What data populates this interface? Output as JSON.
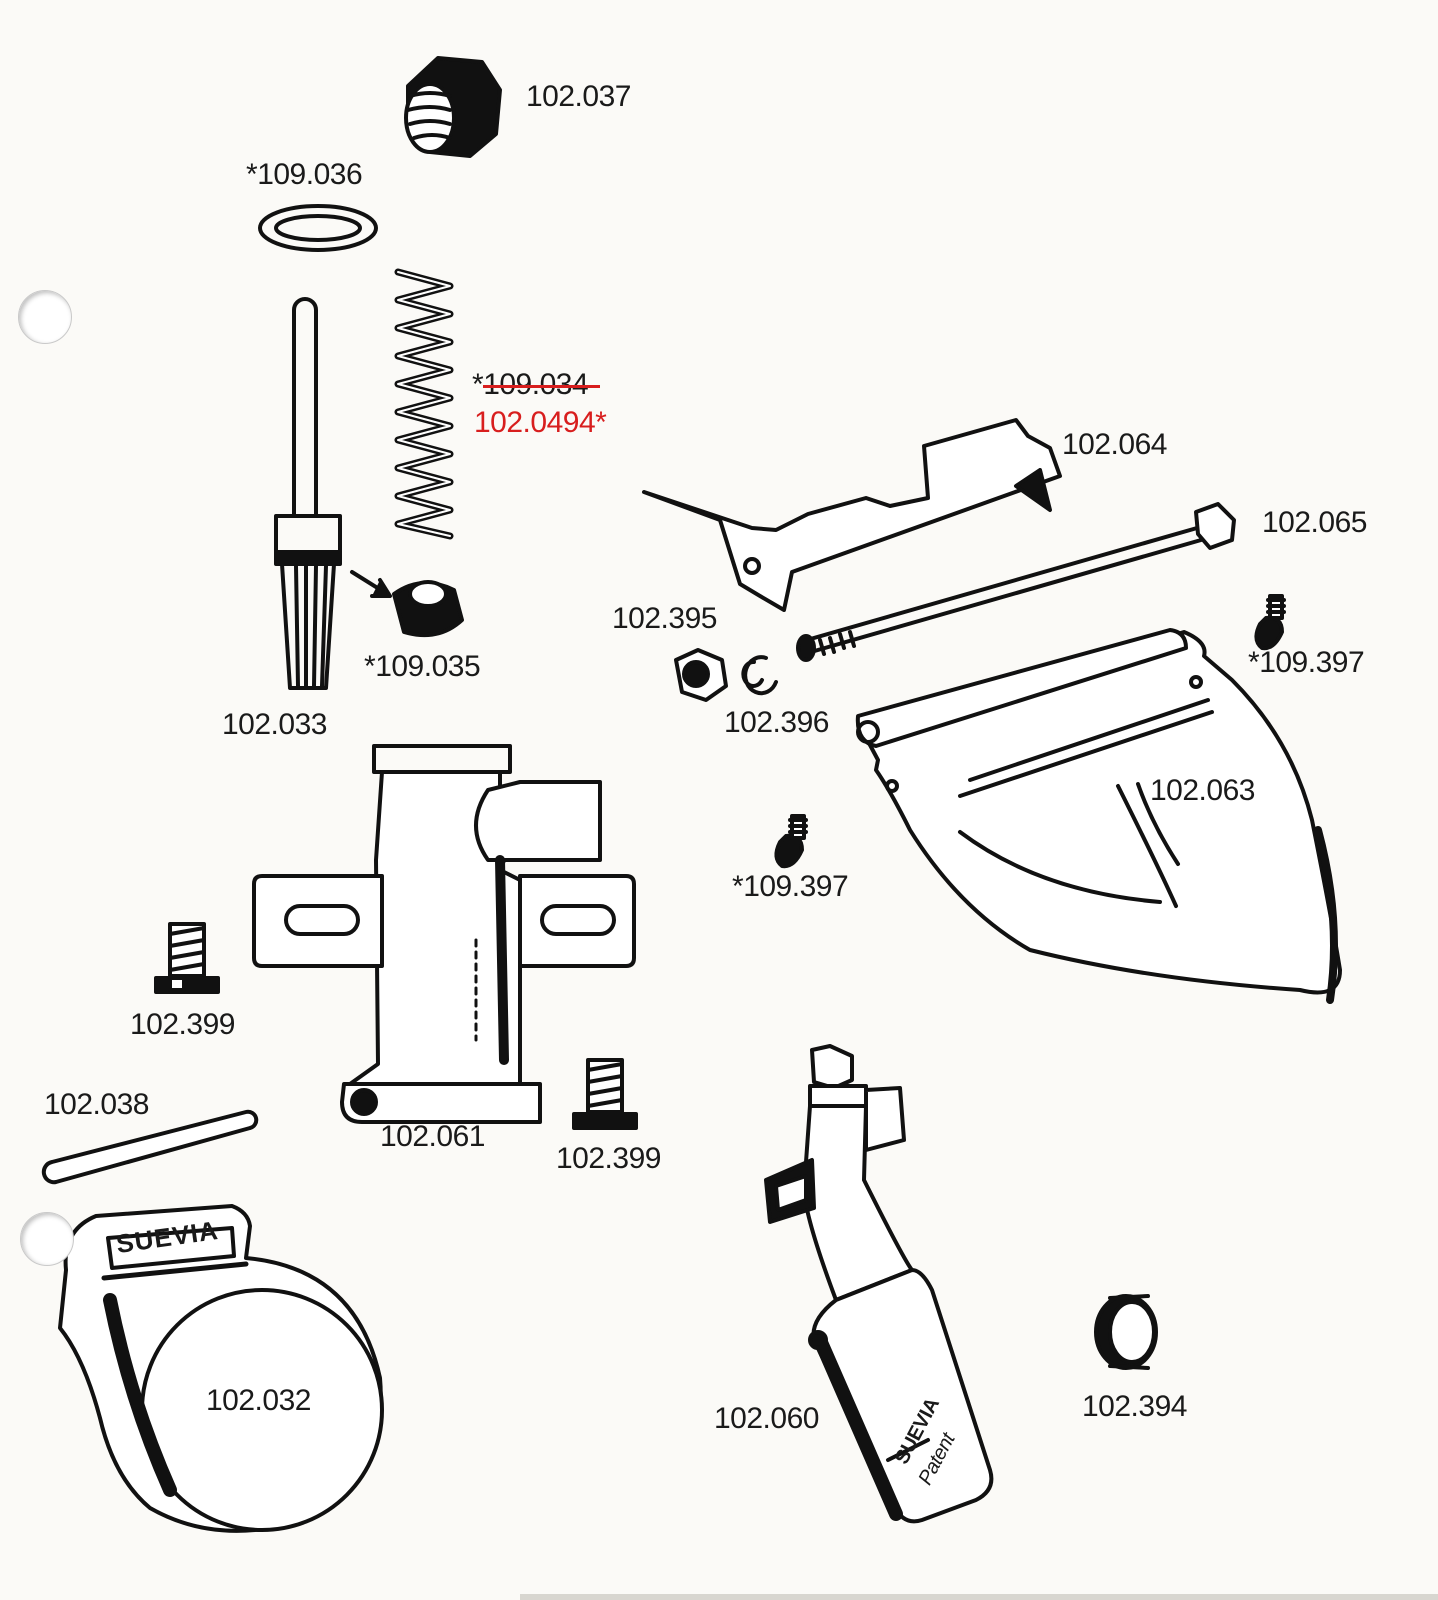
{
  "title": "Suevia parts exploded diagram",
  "parts": [
    {
      "id": "p1",
      "label": "102.037"
    },
    {
      "id": "p2",
      "prefix": "*",
      "label": "109.036"
    },
    {
      "id": "p3",
      "prefix": "*",
      "label": "109.034",
      "struck": true
    },
    {
      "id": "p4",
      "label": "102.0494*",
      "color": "#d81e1e"
    },
    {
      "id": "p5",
      "label": "102.064"
    },
    {
      "id": "p6",
      "label": "102.065"
    },
    {
      "id": "p7",
      "label": "102.395"
    },
    {
      "id": "p8",
      "prefix": "*",
      "label": "109.397"
    },
    {
      "id": "p9",
      "prefix": "*",
      "label": "109.035"
    },
    {
      "id": "p10",
      "label": "102.033"
    },
    {
      "id": "p11",
      "label": "102.396"
    },
    {
      "id": "p12",
      "label": "102.063"
    },
    {
      "id": "p13",
      "prefix": "*",
      "label": "109.397"
    },
    {
      "id": "p14",
      "label": "102.399"
    },
    {
      "id": "p15",
      "label": "102.038"
    },
    {
      "id": "p16",
      "label": "102.061"
    },
    {
      "id": "p17",
      "label": "102.399"
    },
    {
      "id": "p18",
      "label": "102.032"
    },
    {
      "id": "p19",
      "label": "102.060"
    },
    {
      "id": "p20",
      "label": "102.394"
    }
  ],
  "embossed": {
    "cover_brand": "SUEVIA",
    "plate_brand": "SUEVIA",
    "plate_sub": "Patent"
  }
}
